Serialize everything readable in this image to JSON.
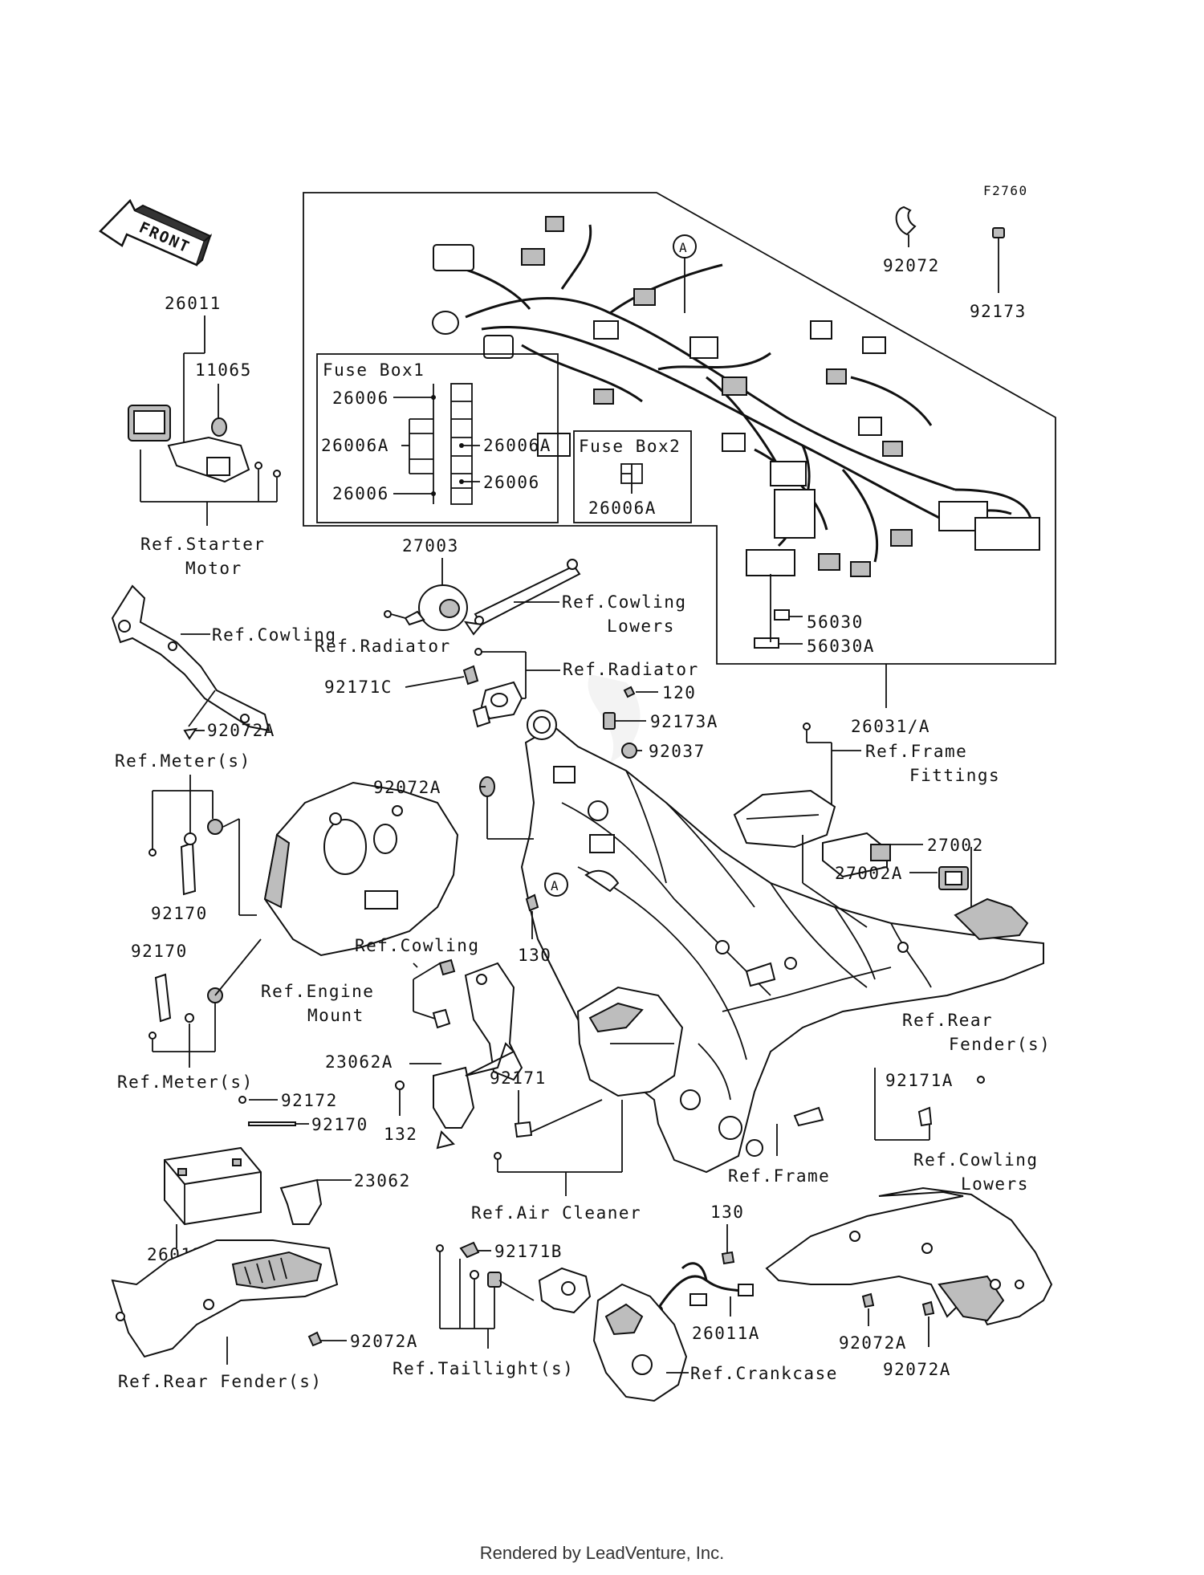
{
  "figure_code": "F2760",
  "front_label": "FRONT",
  "footer": "Rendered by LeadVenture, Inc.",
  "fuse_box_1": {
    "title": "Fuse Box1",
    "left_labels": [
      "26006",
      "26006A",
      "26006"
    ],
    "right_labels": [
      "26006A",
      "26006"
    ]
  },
  "fuse_box_2": {
    "title": "Fuse Box2",
    "label": "26006A"
  },
  "callouts": {
    "c26011": "26011",
    "c11065": "11065",
    "ref_starter_motor_1": "Ref.Starter",
    "ref_starter_motor_2": "Motor",
    "c27003": "27003",
    "ref_cowling_lowers_top_1": "Ref.Cowling",
    "ref_cowling_lowers_top_2": "Lowers",
    "ref_cowling_left": "Ref.Cowling",
    "ref_radiator_1": "Ref.Radiator",
    "ref_radiator_2": "Ref.Radiator",
    "c92171c": "92171C",
    "c92072a_left": "92072A",
    "c56030": "56030",
    "c56030a": "56030A",
    "c26031a": "26031/A",
    "c92072": "92072",
    "c92173": "92173",
    "c120": "120",
    "c92173a": "92173A",
    "c92037": "92037",
    "c92072a_mid": "92072A",
    "ref_frame_fittings_1": "Ref.Frame",
    "ref_frame_fittings_2": "Fittings",
    "c27002": "27002",
    "c27002a": "27002A",
    "ref_meter_top": "Ref.Meter(s)",
    "c92170_a": "92170",
    "c92170_b": "92170",
    "ref_cowling_mid": "Ref.Cowling",
    "callout_a_frame": "A",
    "callout_a_harness": "A",
    "c130_mid": "130",
    "ref_engine_mount_1": "Ref.Engine",
    "ref_engine_mount_2": "Mount",
    "ref_meter_bottom": "Ref.Meter(s)",
    "c23062a": "23062A",
    "c92171": "92171",
    "c92172": "92172",
    "c92170_c": "92170",
    "c132": "132",
    "c23062": "23062",
    "c26012": "26012",
    "ref_rear_fender_right_1": "Ref.Rear",
    "ref_rear_fender_right_2": "Fender(s)",
    "c92171a": "92171A",
    "ref_frame": "Ref.Frame",
    "ref_cowling_lowers_bottom_1": "Ref.Cowling",
    "ref_cowling_lowers_bottom_2": "Lowers",
    "ref_air_cleaner": "Ref.Air Cleaner",
    "c130_bottom": "130",
    "c92171b": "92171B",
    "c26011a": "26011A",
    "c92072a_bottom_left": "92072A",
    "ref_rear_fender_left": "Ref.Rear Fender(s)",
    "ref_taillight": "Ref.Taillight(s)",
    "ref_crankcase": "Ref.Crankcase",
    "c92072a_bottom_right_1": "92072A",
    "c92072a_bottom_right_2": "92072A"
  }
}
